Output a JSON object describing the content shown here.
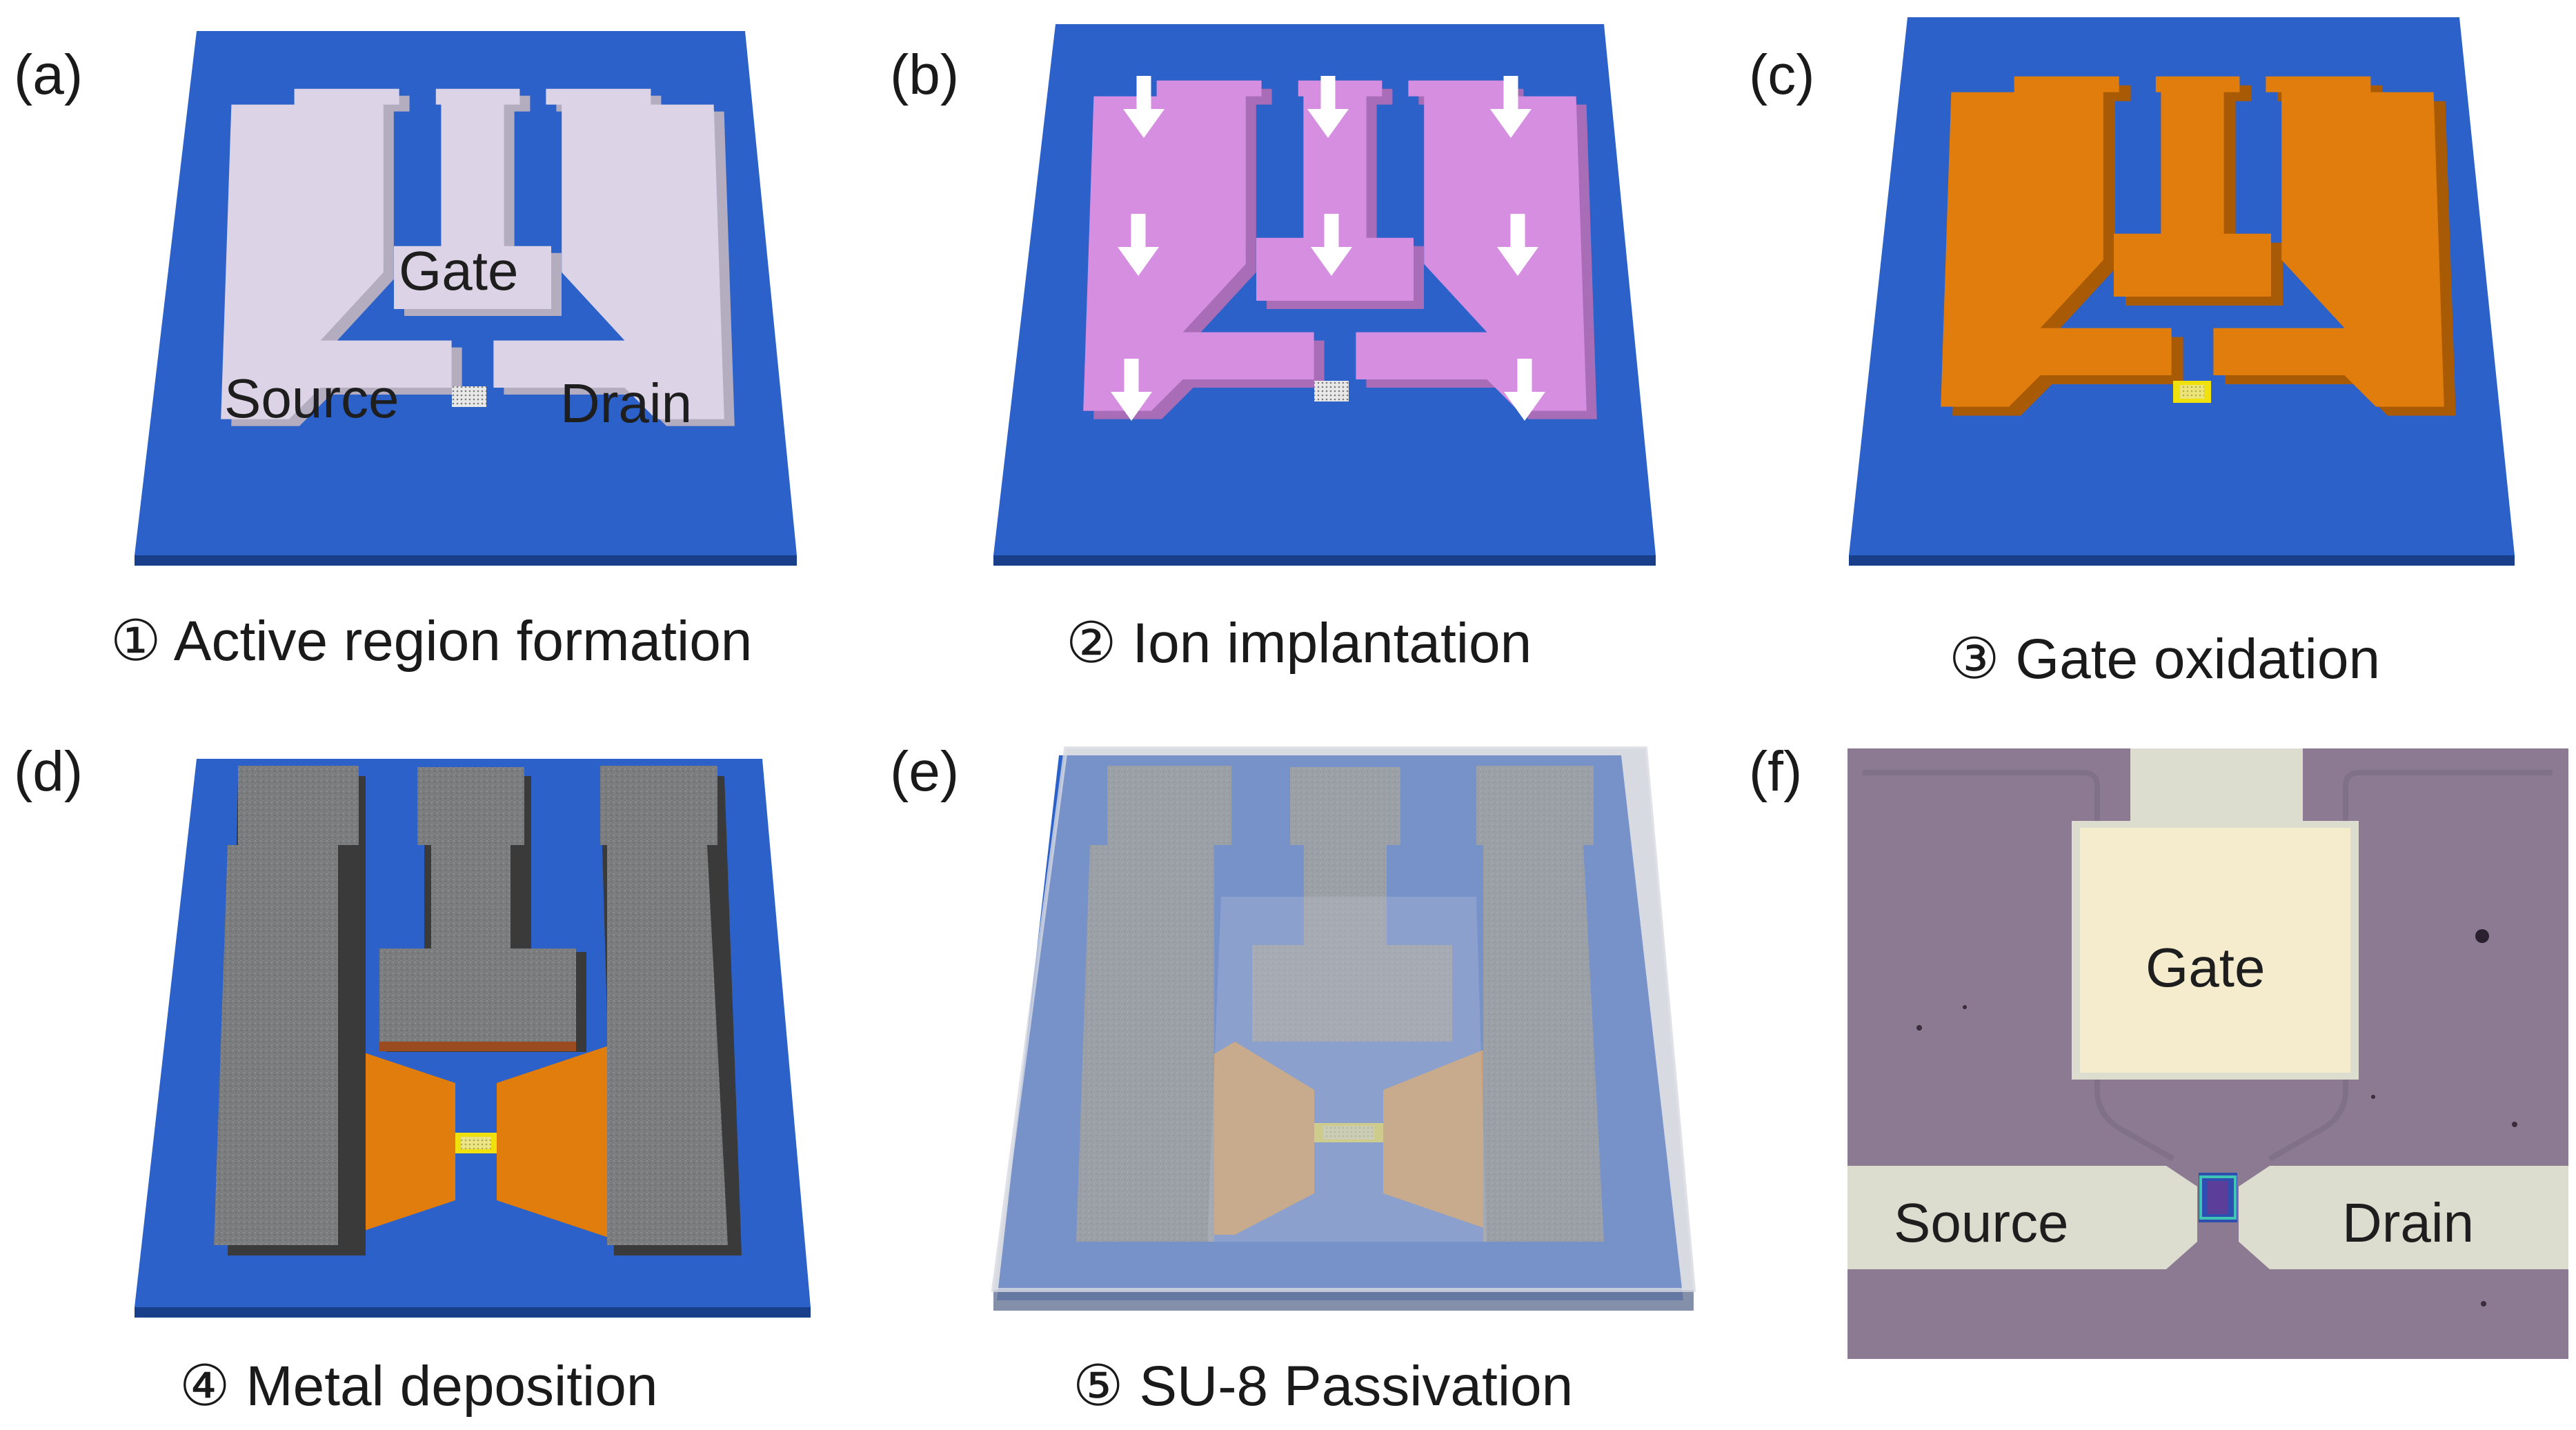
{
  "panels": {
    "a": {
      "letter": "(a)",
      "step": "①",
      "caption": "Active region formation",
      "labels": {
        "gate": "Gate",
        "source": "Source",
        "drain": "Drain"
      }
    },
    "b": {
      "letter": "(b)",
      "step": "②",
      "caption": "Ion implantation"
    },
    "c": {
      "letter": "(c)",
      "step": "③",
      "caption": "Gate oxidation"
    },
    "d": {
      "letter": "(d)",
      "step": "④",
      "caption": "Metal deposition"
    },
    "e": {
      "letter": "(e)",
      "step": "⑤",
      "caption": "SU-8 Passivation"
    },
    "f": {
      "letter": "(f)",
      "labels": {
        "gate": "Gate",
        "source": "Source",
        "drain": "Drain"
      }
    }
  },
  "colors": {
    "substrate": "#2b61c9",
    "substrate_edge": "#1a3f8a",
    "active_region": "#dcd4e6",
    "implanted": "#d58ee0",
    "oxide": "#e07d0c",
    "metal": "#7d7f80",
    "channel": "#f0e10c",
    "passivation": "#b7bcc8",
    "micrograph_bg": "#8b7a92",
    "micrograph_metal": "#dcdccf",
    "micrograph_gate": "#f4eccd"
  }
}
